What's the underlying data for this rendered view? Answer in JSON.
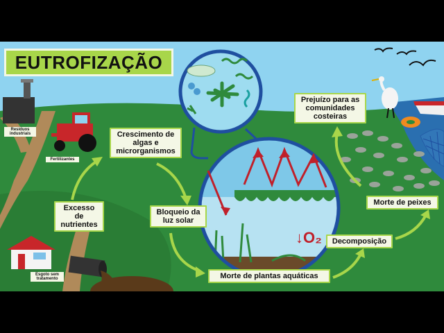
{
  "title": "EUTROFIZAÇÃO",
  "labels": {
    "excess_nutrients": "Excesso de nutrientes",
    "algae_growth": "Crescimento de algas e microrganismos",
    "light_block": "Bloqueio da luz solar",
    "plant_death": "Morte de plantas aquáticas",
    "decomposition": "Decomposição",
    "fish_death": "Morte de peixes",
    "coastal_damage": "Prejuízo para as comunidades costeiras",
    "o2": "↓O₂"
  },
  "sources": {
    "industrial": "Resíduos industriais",
    "fertilizers": "Fertilizantes",
    "sewage": "Esgoto sem tratamento"
  },
  "colors": {
    "grass": "#2f8a3c",
    "dark_grass": "#256e30",
    "sky": "#8fd3f0",
    "label_border": "#a8d64a",
    "label_bg": "#f4f7e6",
    "arrow": "#a8d64a",
    "circle_border": "#1f4fa0",
    "sun_ray": "#c0202a"
  }
}
